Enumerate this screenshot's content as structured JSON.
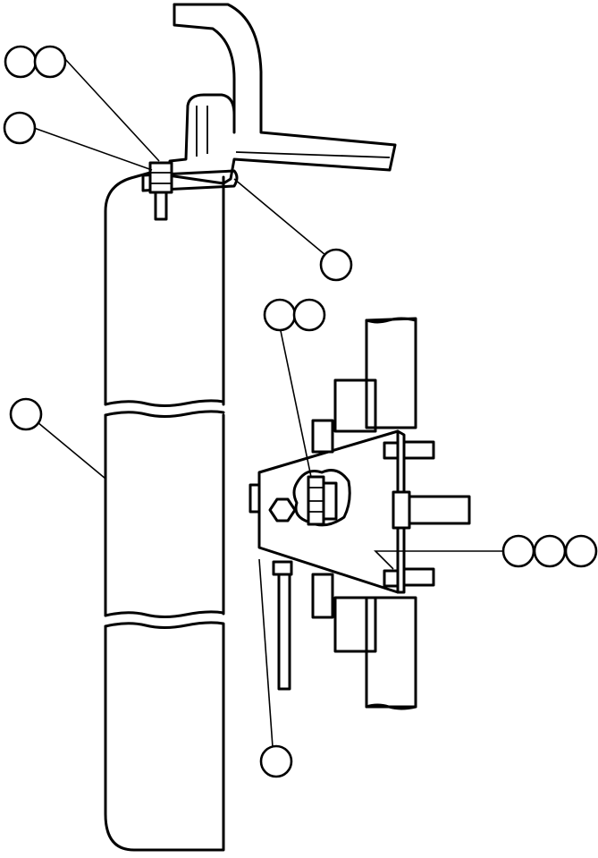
{
  "diagram": {
    "callouts": [
      {
        "id": "c1",
        "labels": [
          "",
          ""
        ]
      },
      {
        "id": "c2",
        "labels": [
          ""
        ]
      },
      {
        "id": "c3",
        "labels": [
          ""
        ]
      },
      {
        "id": "c4",
        "labels": [
          "",
          ""
        ]
      },
      {
        "id": "c5",
        "labels": [
          ""
        ]
      },
      {
        "id": "c6",
        "labels": [
          "",
          "",
          ""
        ]
      },
      {
        "id": "c7",
        "labels": [
          ""
        ]
      }
    ]
  }
}
